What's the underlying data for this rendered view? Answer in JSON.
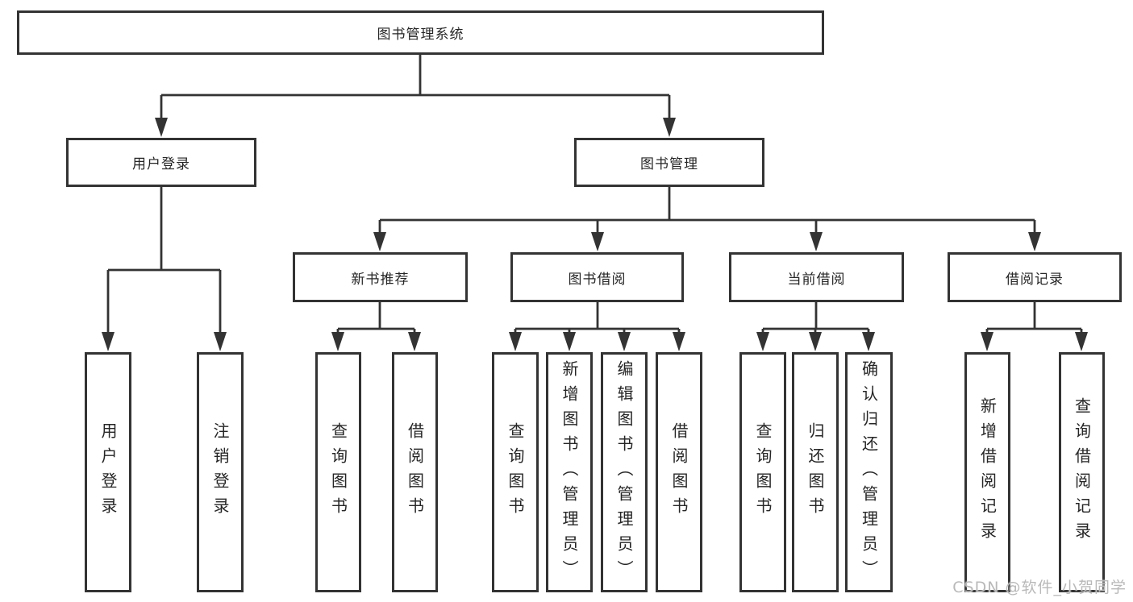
{
  "tree": {
    "root": {
      "label": "图书管理系统"
    },
    "branches": [
      {
        "label": "用户登录",
        "children": [
          "用户登录",
          "注销登录"
        ]
      },
      {
        "label": "图书管理",
        "children": [
          {
            "label": "新书推荐",
            "children": [
              "查询图书",
              "借阅图书"
            ]
          },
          {
            "label": "图书借阅",
            "children": [
              "查询图书",
              "新增图书（管理员）",
              "编辑图书（管理员）",
              "借阅图书"
            ]
          },
          {
            "label": "当前借阅",
            "children": [
              "查询图书",
              "归还图书",
              "确认归还（管理员）"
            ]
          },
          {
            "label": "借阅记录",
            "children": [
              "新增借阅记录",
              "查询借阅记录"
            ]
          }
        ]
      }
    ]
  },
  "watermark": {
    "text": "CSDN @软件_小贺同学",
    "color": "#b9b9b9"
  },
  "colors": {
    "line": "#333333",
    "box_border": "#333333",
    "box_fill": "#ffffff",
    "text": "#262626",
    "background": "#ffffff"
  }
}
